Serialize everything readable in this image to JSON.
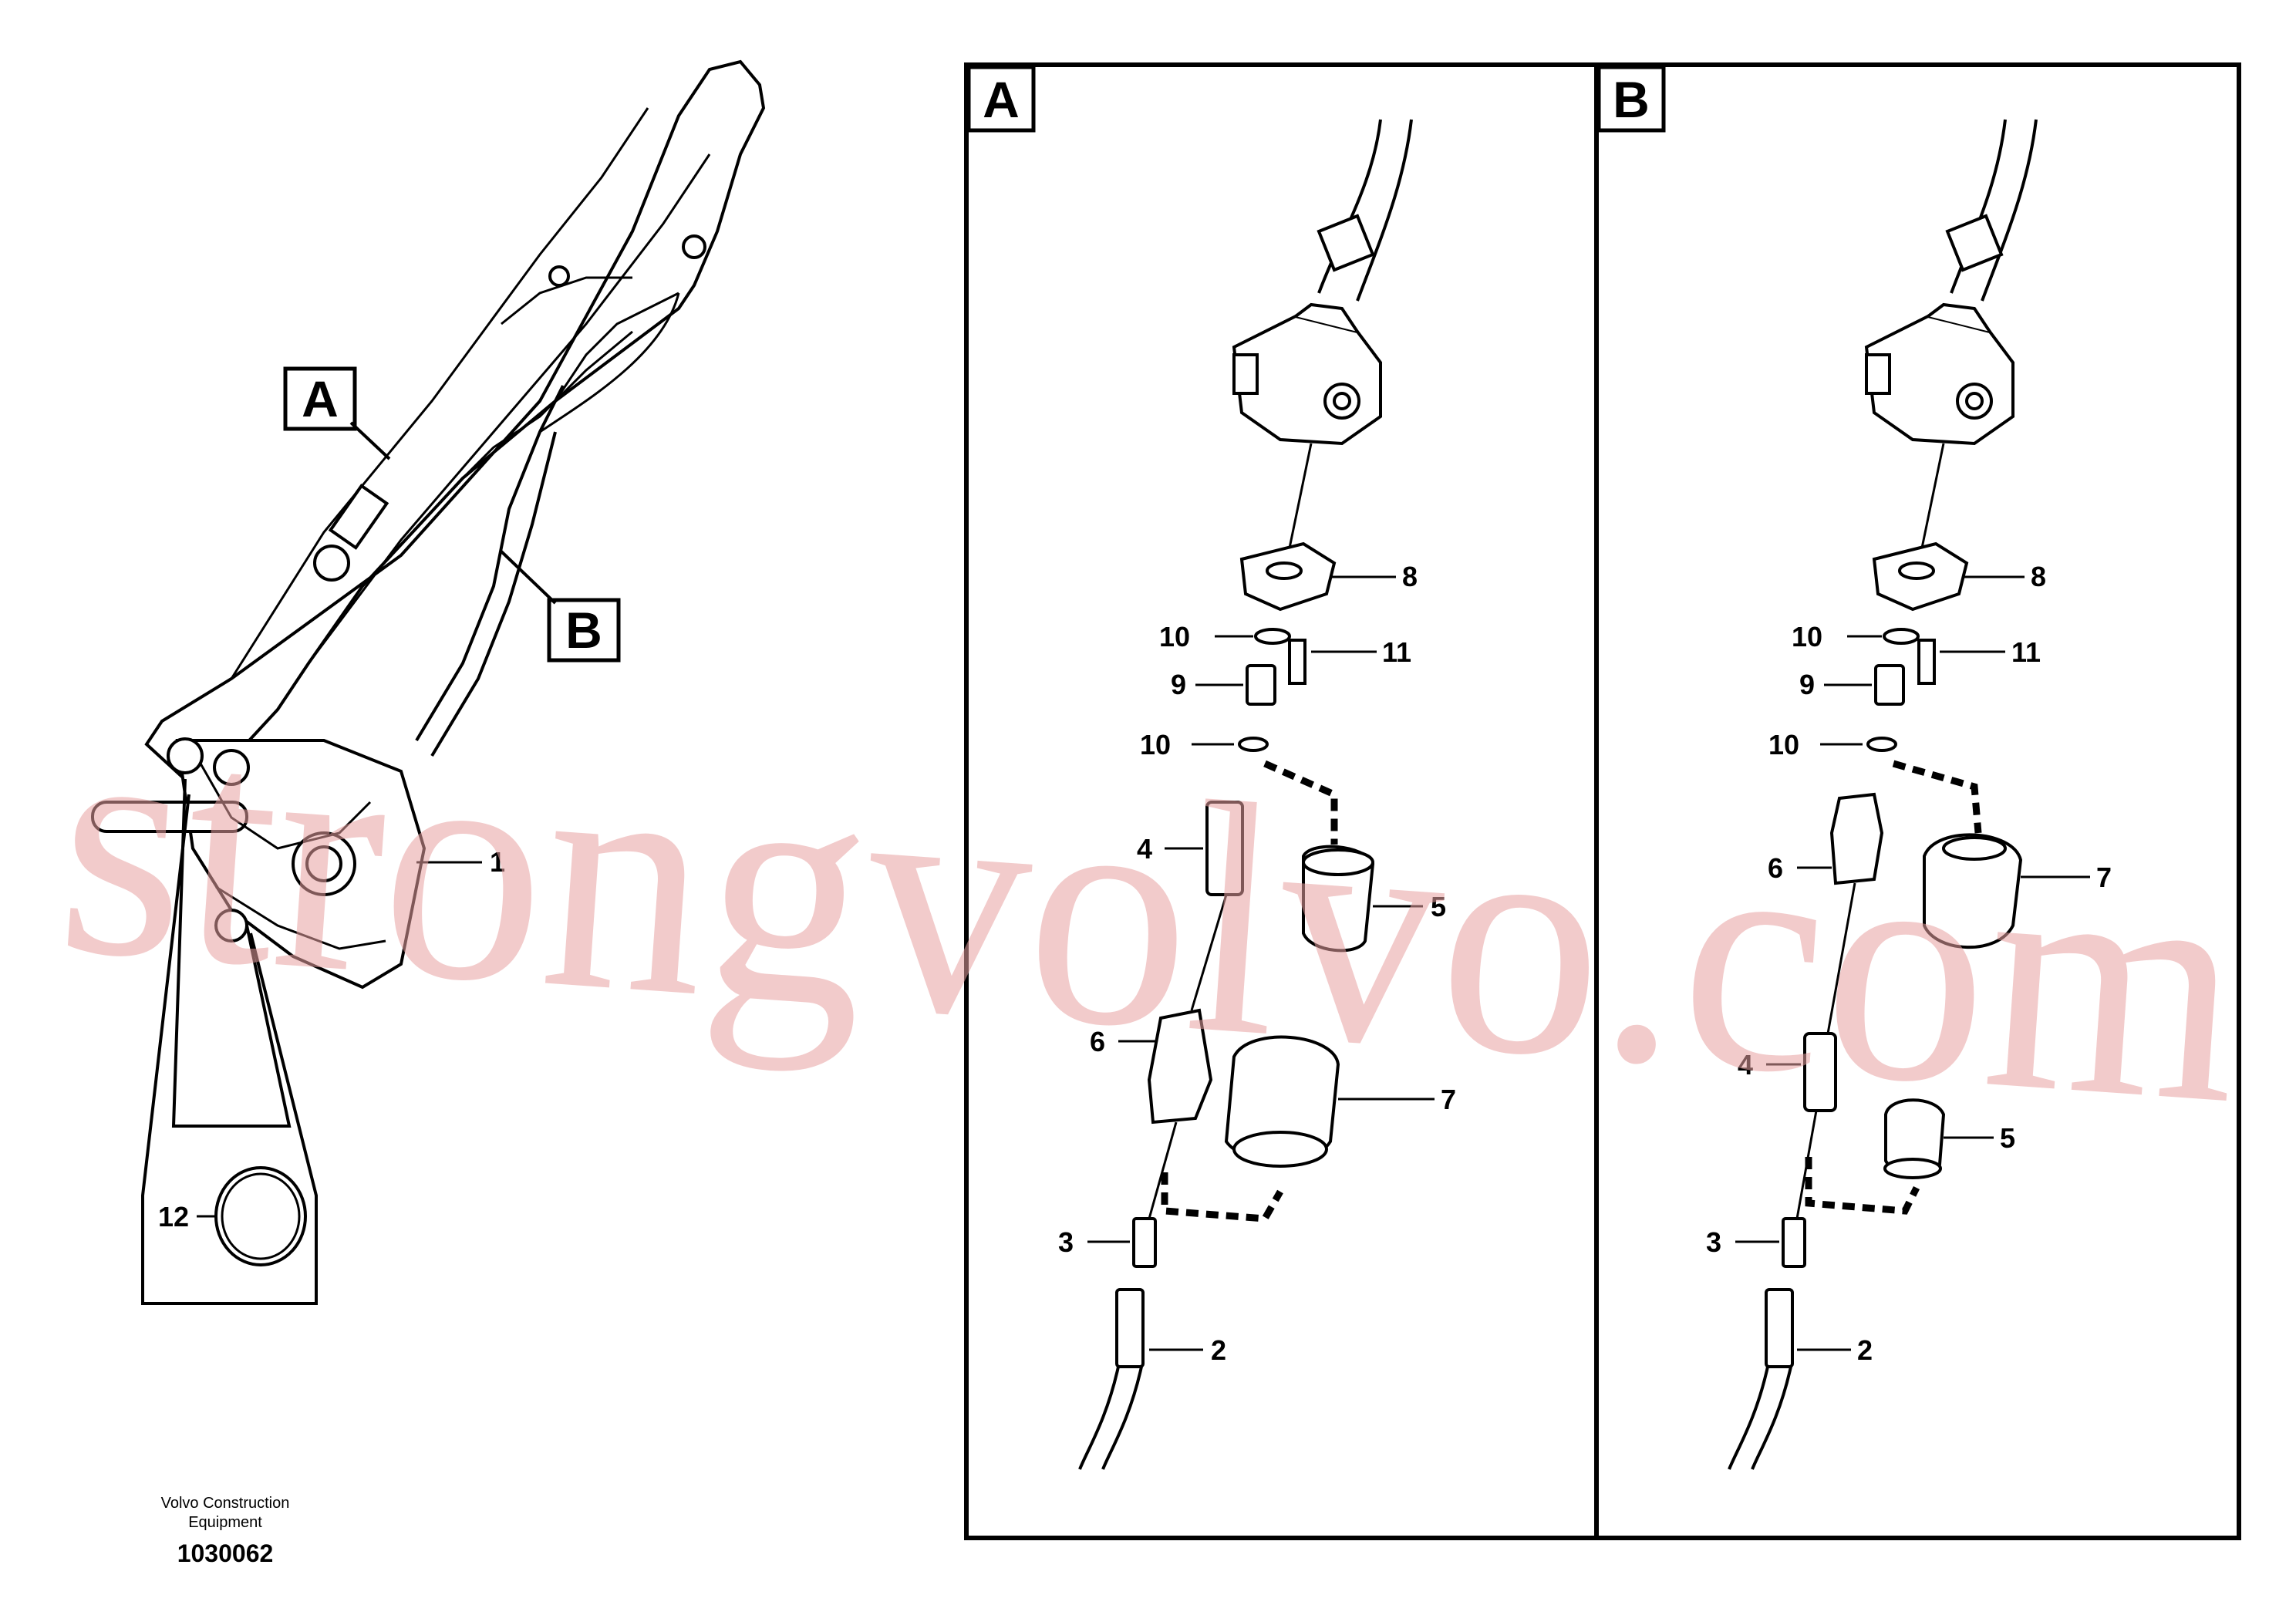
{
  "diagram": {
    "overview": {
      "label_a": "A",
      "label_b": "B",
      "part_1": "1",
      "part_12": "12"
    },
    "panel_a": {
      "title": "A",
      "callouts": {
        "c8": "8",
        "c10a": "10",
        "c11": "11",
        "c9": "9",
        "c10b": "10",
        "c4": "4",
        "c5": "5",
        "c6": "6",
        "c7": "7",
        "c3": "3",
        "c2": "2"
      }
    },
    "panel_b": {
      "title": "B",
      "callouts": {
        "c8": "8",
        "c10a": "10",
        "c11": "11",
        "c9": "9",
        "c10b": "10",
        "c6": "6",
        "c7": "7",
        "c4": "4",
        "c5": "5",
        "c3": "3",
        "c2": "2"
      }
    },
    "footer": {
      "company_line1": "Volvo Construction",
      "company_line2": "Equipment",
      "drawing_number": "1030062"
    },
    "watermark": "strongvolvo.com"
  }
}
